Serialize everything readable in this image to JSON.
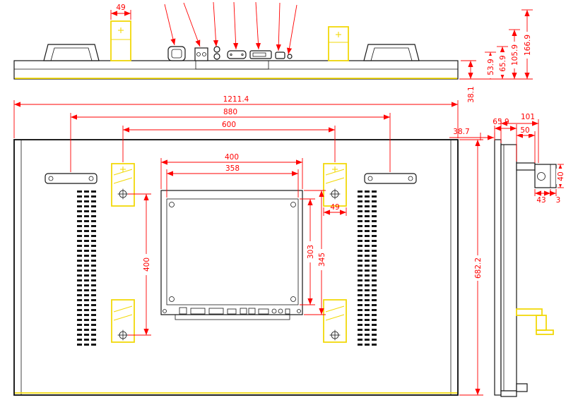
{
  "colors": {
    "dimension": "#ff0000",
    "outline": "#161616",
    "highlight": "#f2d90a"
  },
  "dims": {
    "top": {
      "bracket_width": "49",
      "stack": {
        "s1": "38.1",
        "s2": "53.9",
        "s3": "65.9",
        "s4": "105.9",
        "s5": "166.9"
      }
    },
    "front": {
      "overall_width": "1211.4",
      "handle_span": "880",
      "bracket_span": "600",
      "module_width": "400",
      "panel_width": "358",
      "bracket_width": "49",
      "bracket_vspan": "400",
      "panel_height": "303",
      "module_height": "345",
      "overall_height": "682.2"
    },
    "side": {
      "front_depth": "38.7",
      "body_depth": "65.9",
      "overall_depth": "101",
      "bracket_length": "50",
      "bracket_height": "40",
      "bracket_width": "43",
      "plate_thickness": "3"
    }
  }
}
